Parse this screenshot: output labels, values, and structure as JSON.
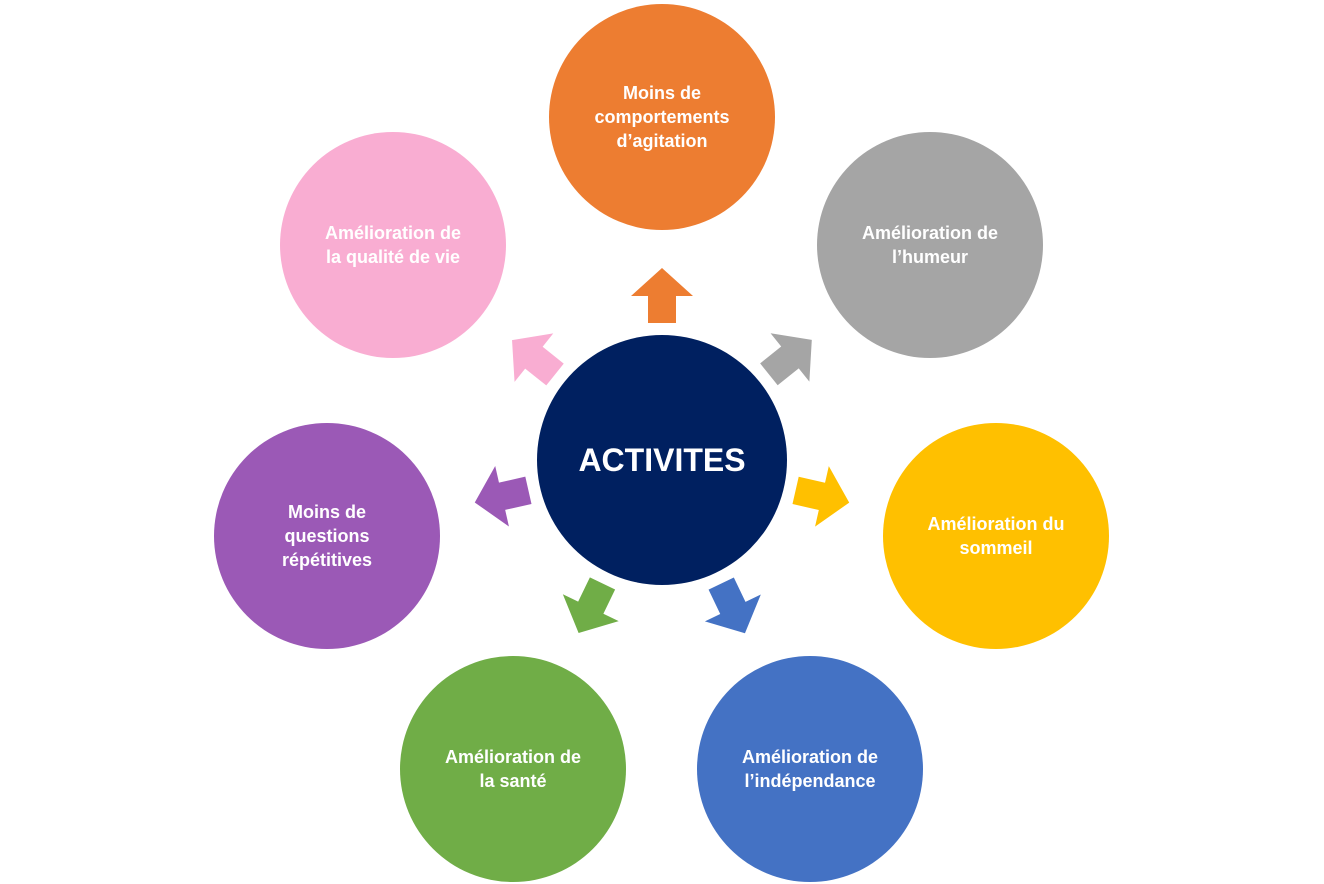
{
  "center": {
    "label": "ACTIVITES",
    "color": "#002060"
  },
  "nodes": [
    {
      "id": "agitation",
      "lines": [
        "Moins de",
        "comportements",
        "d’agitation"
      ],
      "color": "#ED7D31"
    },
    {
      "id": "humeur",
      "lines": [
        "Amélioration de",
        "l’humeur"
      ],
      "color": "#A5A5A5"
    },
    {
      "id": "sommeil",
      "lines": [
        "Amélioration du",
        "sommeil"
      ],
      "color": "#FFC000"
    },
    {
      "id": "independance",
      "lines": [
        "Amélioration de",
        "l’indépendance"
      ],
      "color": "#4472C4"
    },
    {
      "id": "sante",
      "lines": [
        "Amélioration de",
        "la santé"
      ],
      "color": "#70AD47"
    },
    {
      "id": "questions",
      "lines": [
        "Moins de",
        "questions",
        "répétitives"
      ],
      "color": "#9B59B6"
    },
    {
      "id": "qualite",
      "lines": [
        "Amélioration de",
        "la qualité de vie"
      ],
      "color": "#F9ADD2"
    }
  ]
}
